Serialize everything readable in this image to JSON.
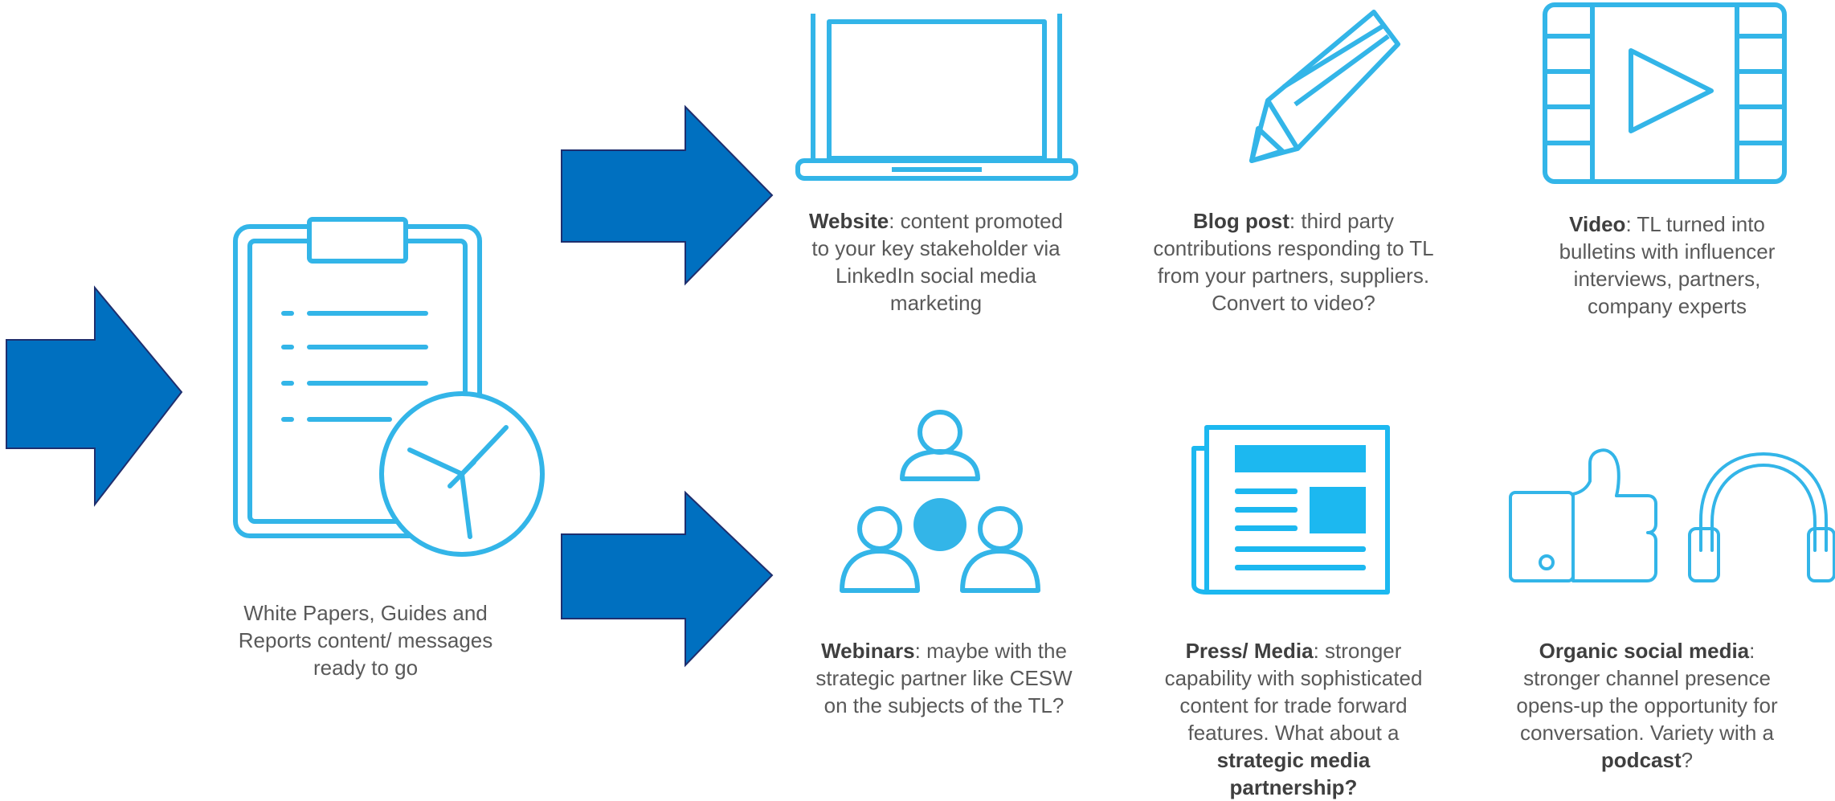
{
  "colors": {
    "arrow_fill": "#0070C0",
    "arrow_stroke": "#1F2F6E",
    "icon_stroke": "#33B5E8",
    "icon_fill": "#1CB8F0",
    "text": "#595959"
  },
  "source": {
    "icon": "clipboard-clock-icon",
    "caption": "White Papers, Guides and Reports content/ messages ready to go"
  },
  "channels": [
    {
      "icon": "laptop-icon",
      "title": "Website",
      "text": ": content promoted to your key stakeholder via LinkedIn social media marketing"
    },
    {
      "icon": "pencil-icon",
      "title": "Blog post",
      "text": ": third party contributions responding to TL from your partners, suppliers. Convert to video?"
    },
    {
      "icon": "film-play-icon",
      "title": "Video",
      "text": ": TL turned into bulletins with influencer interviews, partners, company experts"
    },
    {
      "icon": "people-network-icon",
      "title": "Webinars",
      "text": ": maybe with the strategic partner like CESW on the subjects of the TL?"
    },
    {
      "icon": "newspaper-icon",
      "title": "Press/ Media",
      "text": ": stronger capability with sophisticated content for trade forward features. What about a ",
      "emphasis": "strategic media partnership?"
    },
    {
      "icon": "thumbs-up-headphones-icon",
      "title": "Organic social media",
      "text": ": stronger channel presence opens-up the opportunity for conversation. Variety with a ",
      "emphasis": "podcast",
      "tail": "?"
    }
  ]
}
